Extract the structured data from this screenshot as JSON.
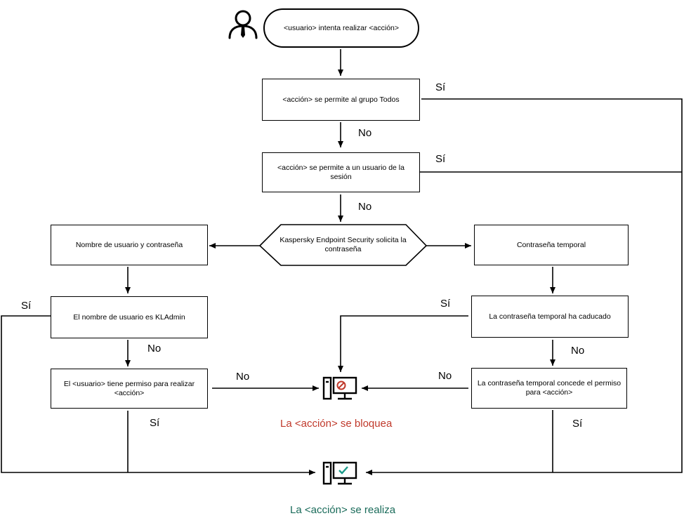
{
  "nodes": {
    "start": "<usuario> intenta realizar <acción>",
    "allowed_everyone": "<acción> se permite al grupo Todos",
    "allowed_session_user": "<acción> se permite a un usuario de la sesión",
    "password_request": "Kaspersky Endpoint Security solicita la contraseña",
    "username_password": "Nombre de usuario y contraseña",
    "is_kladmin": "El nombre de usuario es KLAdmin",
    "user_has_permission": "El <usuario> tiene permiso para realizar <acción>",
    "temp_password": "Contraseña temporal",
    "temp_expired": "La contraseña temporal ha caducado",
    "temp_grants": "La contraseña temporal concede el permiso para <acción>"
  },
  "labels": {
    "yes": "Sí",
    "no": "No"
  },
  "results": {
    "blocked": "La <acción> se bloquea",
    "allowed": "La <acción> se realiza"
  },
  "colors": {
    "blocked": "#c0392b",
    "allowed": "#1a6b5a",
    "line": "#000000"
  },
  "icons": {
    "user": "user-icon",
    "blocked": "computer-blocked-icon",
    "allowed": "computer-allowed-icon"
  }
}
